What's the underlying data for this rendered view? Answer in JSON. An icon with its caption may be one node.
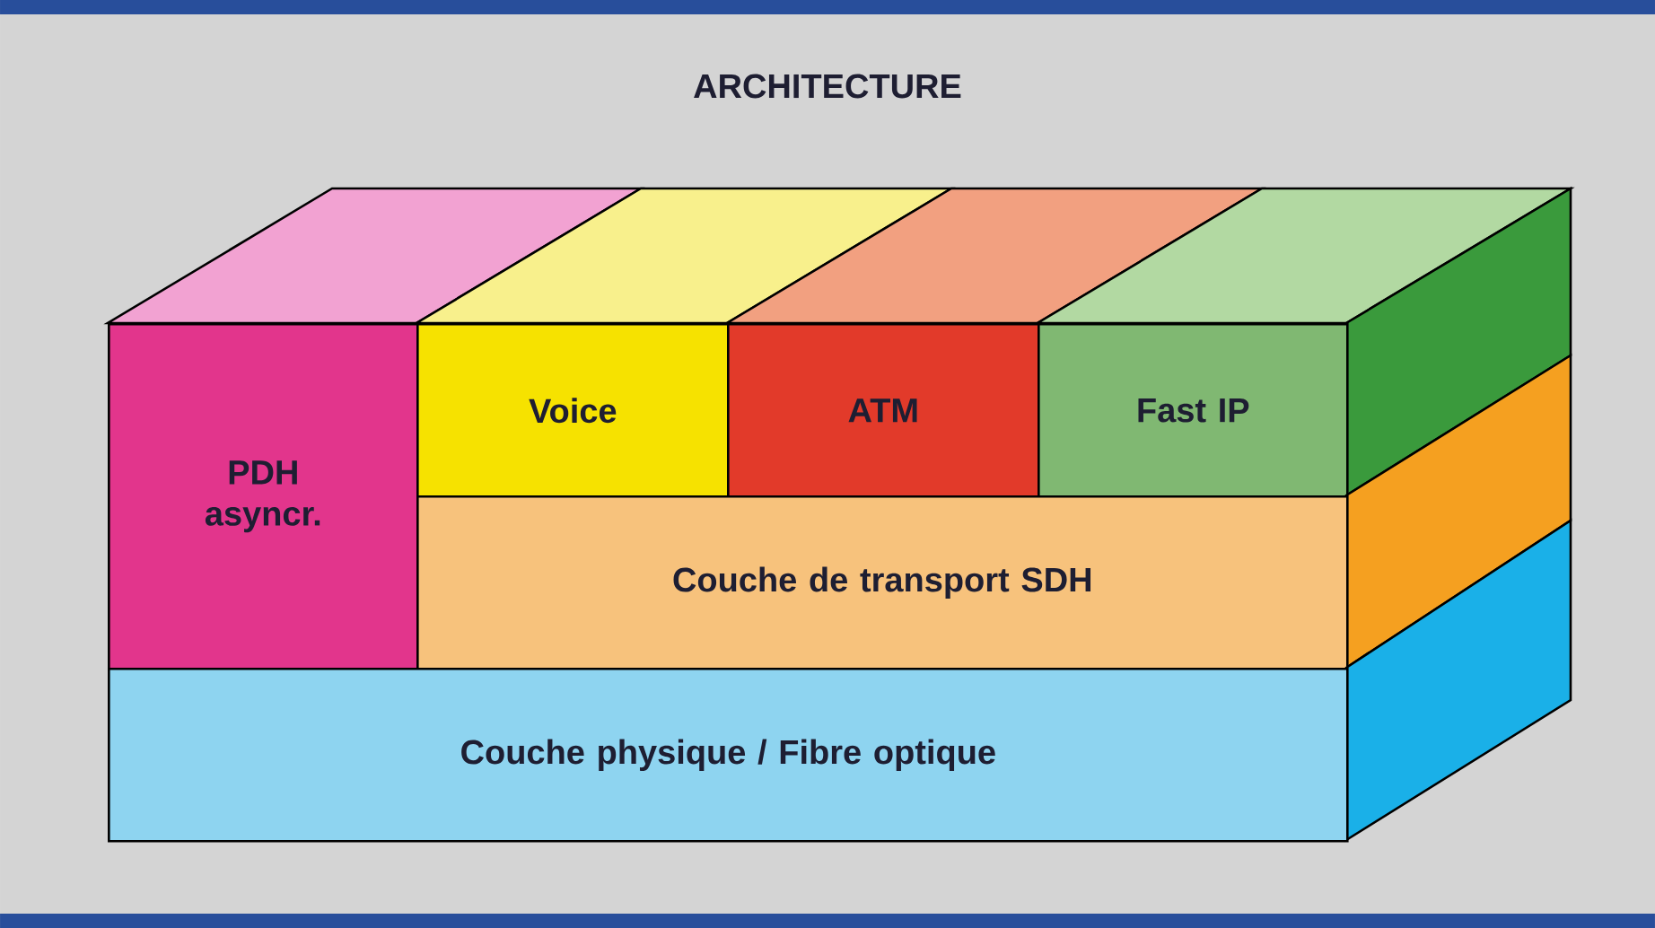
{
  "diagram": {
    "title": "ARCHITECTURE",
    "nodes": [
      {
        "text": [
          "PDH asyncr."
        ]
      },
      {
        "text": [
          "Voice"
        ]
      },
      {
        "text": [
          "ATM"
        ]
      },
      {
        "text": [
          "Fast IP"
        ]
      },
      {
        "text": [
          "Couche de transport SDH"
        ]
      },
      {
        "text": [
          "Couche physique / Fibre optique"
        ]
      }
    ]
  }
}
